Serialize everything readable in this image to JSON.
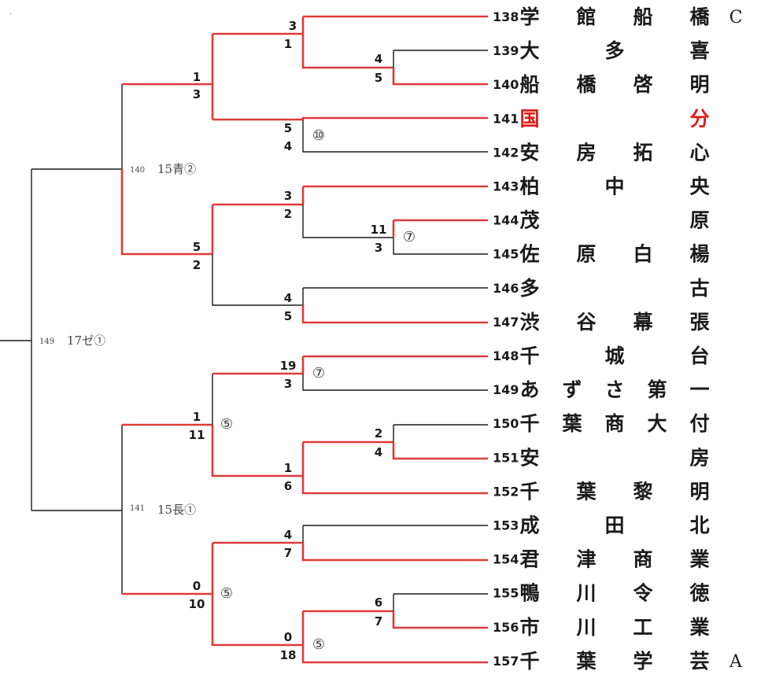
{
  "teams": [
    {
      "no": "138",
      "chars": [
        "学",
        "館",
        "船",
        "橋"
      ],
      "suffix": "C"
    },
    {
      "no": "139",
      "chars": [
        "大",
        "",
        "多",
        "",
        "喜"
      ]
    },
    {
      "no": "140",
      "chars": [
        "船",
        "橋",
        "啓",
        "明"
      ]
    },
    {
      "no": "141",
      "chars": [
        "国",
        "",
        "",
        "",
        "分"
      ],
      "highlight": true
    },
    {
      "no": "142",
      "chars": [
        "安",
        "房",
        "拓",
        "心"
      ]
    },
    {
      "no": "143",
      "chars": [
        "柏",
        "",
        "中",
        "",
        "央"
      ]
    },
    {
      "no": "144",
      "chars": [
        "茂",
        "",
        "",
        "",
        "原"
      ]
    },
    {
      "no": "145",
      "chars": [
        "佐",
        "原",
        "白",
        "楊"
      ]
    },
    {
      "no": "146",
      "chars": [
        "多",
        "",
        "",
        "",
        "古"
      ]
    },
    {
      "no": "147",
      "chars": [
        "渋",
        "谷",
        "幕",
        "張"
      ]
    },
    {
      "no": "148",
      "chars": [
        "千",
        "",
        "城",
        "",
        "台"
      ]
    },
    {
      "no": "149",
      "chars": [
        "あ",
        "ず",
        "さ",
        "第",
        "一"
      ]
    },
    {
      "no": "150",
      "chars": [
        "千",
        "葉",
        "商",
        "大",
        "付"
      ]
    },
    {
      "no": "151",
      "chars": [
        "安",
        "",
        "",
        "",
        "房"
      ]
    },
    {
      "no": "152",
      "chars": [
        "千",
        "葉",
        "黎",
        "明"
      ]
    },
    {
      "no": "153",
      "chars": [
        "成",
        "",
        "田",
        "",
        "北"
      ]
    },
    {
      "no": "154",
      "chars": [
        "君",
        "津",
        "商",
        "業"
      ]
    },
    {
      "no": "155",
      "chars": [
        "鴨",
        "川",
        "令",
        "徳"
      ]
    },
    {
      "no": "156",
      "chars": [
        "市",
        "川",
        "工",
        "業"
      ]
    },
    {
      "no": "157",
      "chars": [
        "千",
        "葉",
        "学",
        "芸"
      ],
      "suffix": "A"
    }
  ],
  "scores": [
    {
      "top": "3",
      "bot": "1"
    },
    {
      "top": "4",
      "bot": "5"
    },
    {
      "top": "5",
      "bot": "4",
      "inning": "⑩"
    },
    {
      "top": "1",
      "bot": "3"
    },
    {
      "top": "3",
      "bot": "2"
    },
    {
      "top": "11",
      "bot": "3",
      "inning": "⑦"
    },
    {
      "top": "4",
      "bot": "5"
    },
    {
      "top": "5",
      "bot": "2"
    },
    {
      "top": "19",
      "bot": "3",
      "inning": "⑦"
    },
    {
      "top": "2",
      "bot": "4"
    },
    {
      "top": "1",
      "bot": "6"
    },
    {
      "top": "1",
      "bot": "11",
      "inning": "⑤"
    },
    {
      "top": "4",
      "bot": "7"
    },
    {
      "top": "6",
      "bot": "7"
    },
    {
      "top": "0",
      "bot": "18",
      "inning": "⑤"
    },
    {
      "top": "0",
      "bot": "10",
      "inning": "⑤"
    }
  ],
  "game_labels": [
    {
      "no": "140",
      "venue": "15青②"
    },
    {
      "no": "141",
      "venue": "15長①"
    },
    {
      "no": "149",
      "venue": "17ゼ①"
    }
  ],
  "colors": {
    "winner_line": "#e03a3a",
    "line": "#1a1a1a",
    "highlight_team": "#e01a1a"
  }
}
